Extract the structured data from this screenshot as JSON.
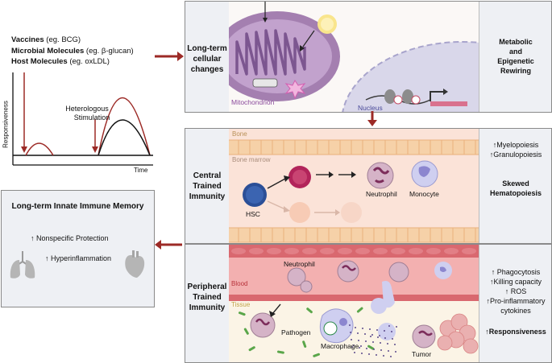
{
  "stimuli": {
    "vaccines_bold": "Vaccines",
    "vaccines_rest": " (eg. BCG)",
    "microbial_bold": "Microbial Molecules",
    "microbial_rest": " (eg. β-glucan)",
    "host_bold": "Host Molecules",
    "host_rest": " (eg. oxLDL)"
  },
  "graph": {
    "y_label": "Responsiveness",
    "x_label": "Time",
    "annotation_line1": "Heterologous",
    "annotation_line2": "Stimulation"
  },
  "memory_box": {
    "title": "Long-term Innate Immune Memory",
    "item1": "↑ Nonspecific Protection",
    "item2": "↑ Hyperinflammation"
  },
  "top_panel": {
    "left_label_1": "Long-term",
    "left_label_2": "cellular",
    "left_label_3": "changes",
    "mitochondrion": "Mitochondrion",
    "nucleus": "Nucleus",
    "right_1": "Metabolic",
    "right_2": "and",
    "right_3": "Epigenetic",
    "right_4": "Rewiring"
  },
  "central_panel": {
    "left_label_1": "Central",
    "left_label_2": "Trained",
    "left_label_3": "Immunity",
    "bone": "Bone",
    "bone_marrow": "Bone marrow",
    "hsc": "HSC",
    "neutrophil": "Neutrophil",
    "monocyte": "Monocyte",
    "right_1": "↑Myelopoiesis",
    "right_2": "↑Granulopoiesis",
    "right_3": "Skewed",
    "right_4": "Hematopoiesis"
  },
  "peripheral_panel": {
    "left_label_1": "Peripheral",
    "left_label_2": "Trained",
    "left_label_3": "Immunity",
    "neutrophil": "Neutrophil",
    "blood": "Blood",
    "tissue": "Tissue",
    "pathogen": "Pathogen",
    "macrophage": "Macrophage",
    "tumor": "Tumor",
    "right_1": "↑ Phagocytosis",
    "right_2": "↑Killing capacity",
    "right_3": "↑ ROS",
    "right_4": "↑Pro-inflammatory",
    "right_5": "cytokines",
    "right_6": "↑Responsiveness"
  },
  "colors": {
    "arrow": "#9c2a26",
    "panel_bg": "#eef0f4",
    "mito": "#a47fb0",
    "nucleus": "#d9d7ea",
    "hsc": "#2b4f97",
    "progenitor": "#b2245a",
    "blood": "#e69a9a",
    "tissue": "#fbf4e6"
  }
}
